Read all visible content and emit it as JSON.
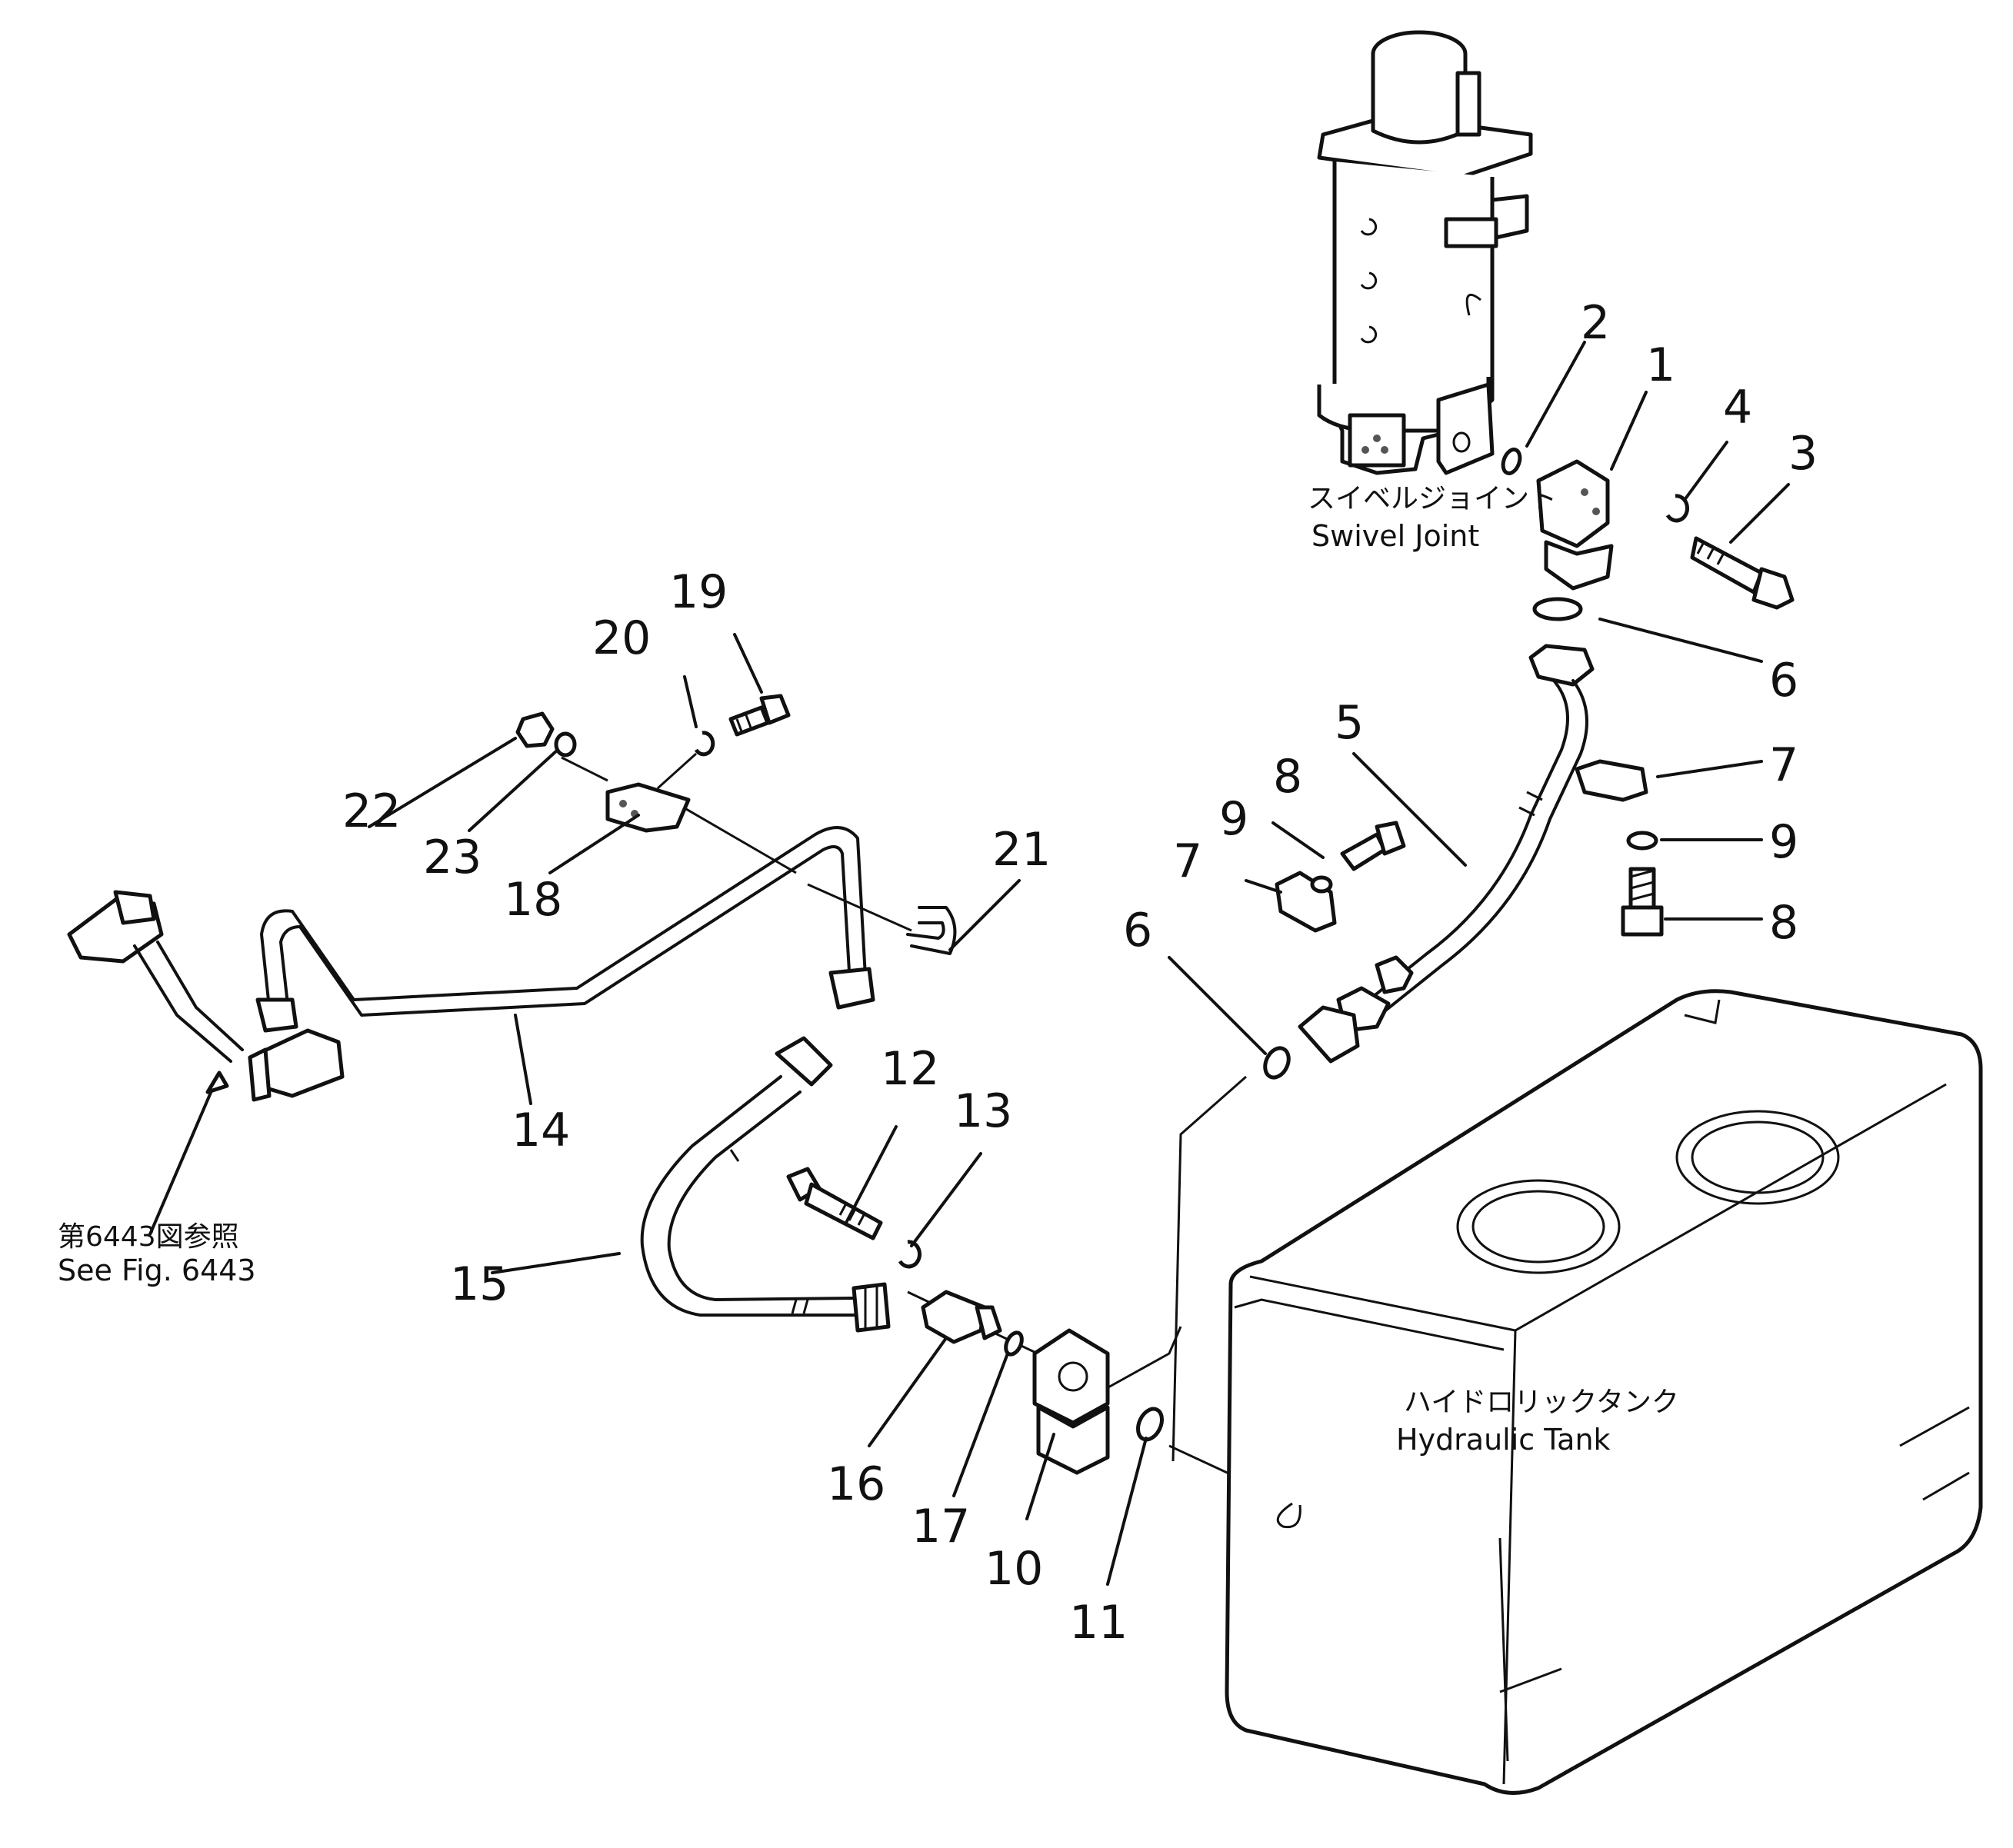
{
  "labels": {
    "swivel_joint_jp": "スイベルジョイント",
    "swivel_joint_en": "Swivel Joint",
    "tank_jp": "ハイドロリックタンク",
    "tank_en": "Hydraulic Tank",
    "ref_jp": "第6443図参照",
    "ref_en": "See Fig. 6443"
  },
  "callouts": {
    "n1": "1",
    "n2": "2",
    "n3": "3",
    "n4": "4",
    "n5": "5",
    "n6a": "6",
    "n6b": "6",
    "n7a": "7",
    "n7b": "7",
    "n8a": "8",
    "n8b": "8",
    "n9a": "9",
    "n9b": "9",
    "n10": "10",
    "n11": "11",
    "n12": "12",
    "n13": "13",
    "n14": "14",
    "n15": "15",
    "n16": "16",
    "n17": "17",
    "n18": "18",
    "n19": "19",
    "n20": "20",
    "n21": "21",
    "n22": "22",
    "n23": "23"
  }
}
